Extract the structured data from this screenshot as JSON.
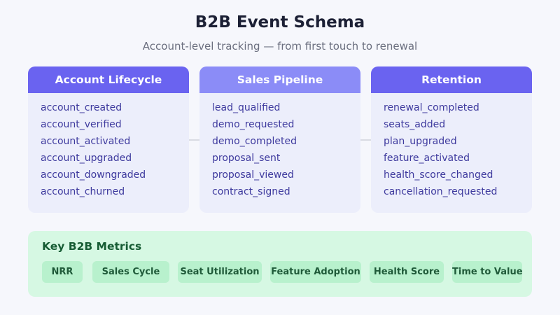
{
  "header": {
    "title": "B2B Event Schema",
    "subtitle": "Account-level tracking — from first touch to renewal"
  },
  "colors": {
    "account_lifecycle_header": "#6a63f0",
    "sales_pipeline_header": "#8b8cf7",
    "retention_header": "#6a63f0",
    "event_text": "#3e3a9e",
    "metrics_panel": "#d6f8e3",
    "metric_pill": "#b8f1cd"
  },
  "columns": [
    {
      "title": "Account Lifecycle",
      "events": [
        "account_created",
        "account_verified",
        "account_activated",
        "account_upgraded",
        "account_downgraded",
        "account_churned"
      ]
    },
    {
      "title": "Sales Pipeline",
      "events": [
        "lead_qualified",
        "demo_requested",
        "demo_completed",
        "proposal_sent",
        "proposal_viewed",
        "contract_signed"
      ]
    },
    {
      "title": "Retention",
      "events": [
        "renewal_completed",
        "seats_added",
        "plan_upgraded",
        "feature_activated",
        "health_score_changed",
        "cancellation_requested"
      ]
    }
  ],
  "metrics": {
    "title": "Key B2B Metrics",
    "items": [
      "NRR",
      "Sales Cycle",
      "Seat Utilization",
      "Feature Adoption",
      "Health Score",
      "Time to Value"
    ]
  }
}
